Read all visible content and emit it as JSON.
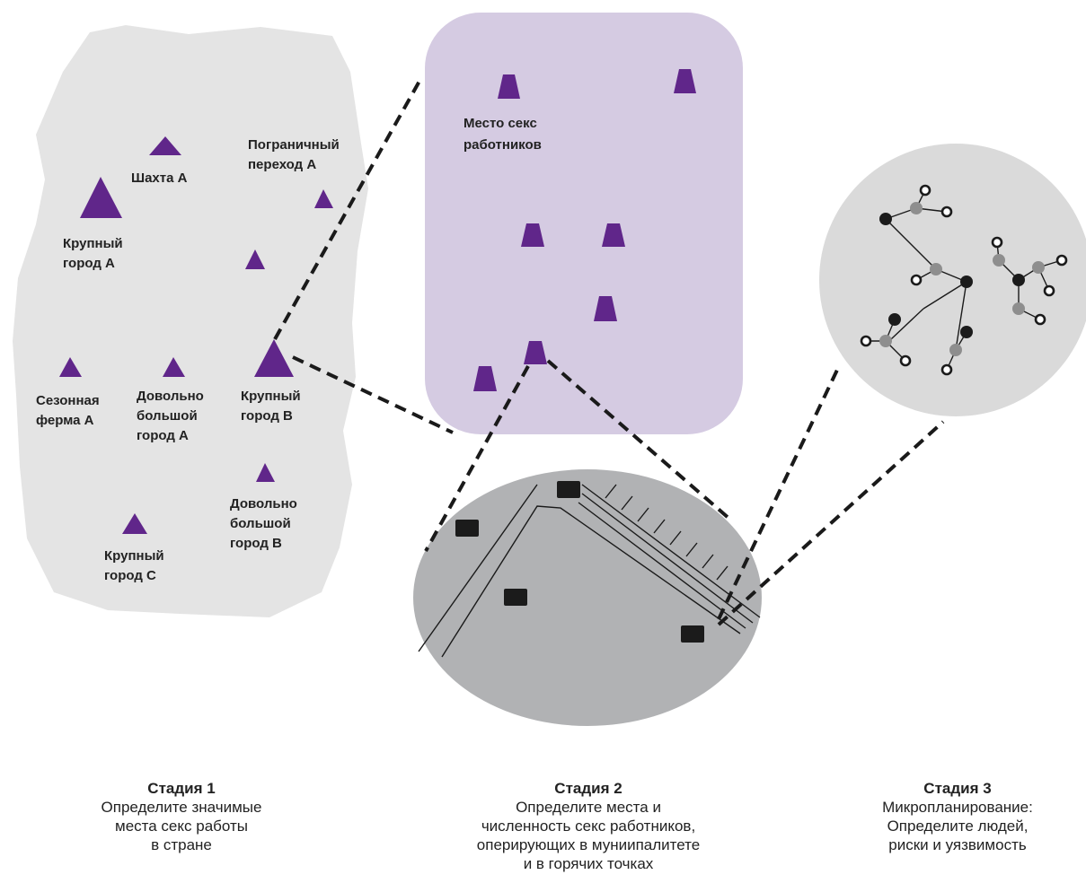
{
  "colors": {
    "country_fill": "#e4e4e4",
    "municipality_fill": "#d5cbe2",
    "hotspot_fill": "#b1b2b4",
    "micro_fill": "#dadada",
    "marker_purple": "#60268a",
    "node_black": "#1b1b1b",
    "node_gray": "#8e8e8e",
    "line": "#1a1a1a"
  },
  "stage1": {
    "places": [
      {
        "label_lines": [
          "Шахта А"
        ]
      },
      {
        "label_lines": [
          "Пограничный",
          "переход А"
        ]
      },
      {
        "label_lines": [
          "Крупный",
          "город  А"
        ]
      },
      {
        "label_lines": [
          "Сезонная",
          "ферма А"
        ]
      },
      {
        "label_lines": [
          "Довольно",
          "большой",
          "город А"
        ]
      },
      {
        "label_lines": [
          "Крупный",
          "город В"
        ]
      },
      {
        "label_lines": [
          "Довольно",
          "большой",
          "город В"
        ]
      },
      {
        "label_lines": [
          "Крупный",
          "город С"
        ]
      }
    ]
  },
  "stage2": {
    "site_label_lines": [
      "Место секс",
      "работников"
    ]
  },
  "captions": [
    {
      "title": "Стадия 1",
      "lines": [
        "Определите значимые",
        "места секс работы",
        "в стране"
      ]
    },
    {
      "title": "Стадия 2",
      "lines": [
        "Определите места и",
        "численность секс работников,",
        "оперирующих в муниипалитете",
        "и в горячих точках"
      ]
    },
    {
      "title": "Стадия 3",
      "lines": [
        "Микропланирование:",
        "Определите людей,",
        "риски и уязвимость"
      ]
    }
  ]
}
